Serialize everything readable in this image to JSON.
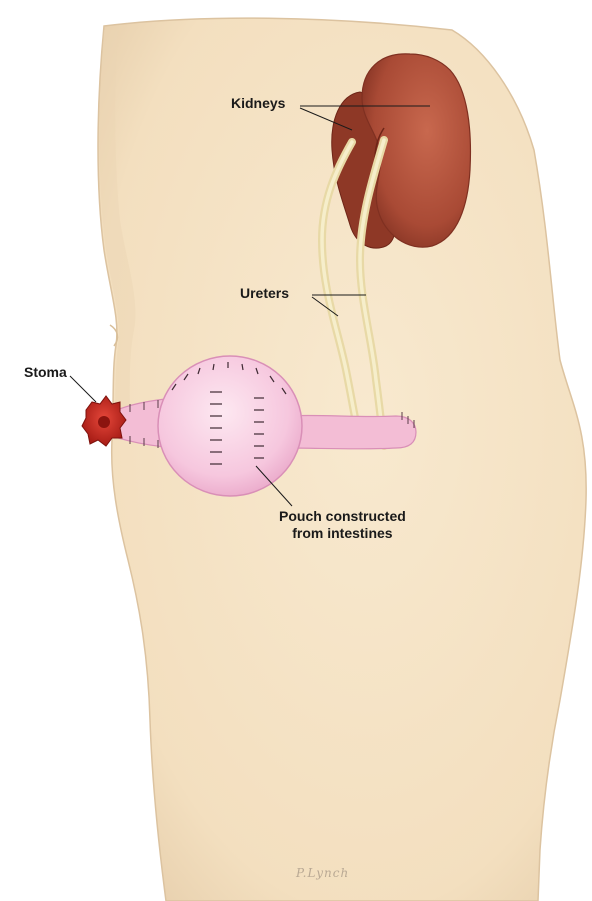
{
  "labels": {
    "kidneys": "Kidneys",
    "ureters": "Ureters",
    "stoma": "Stoma",
    "pouch_line1": "Pouch constructed",
    "pouch_line2": "from intestines"
  },
  "signature": "P.Lynch",
  "colors": {
    "skin": "#f6e4c7",
    "skin_shadow": "#e7cfac",
    "kidney": "#b0533d",
    "kidney_dark": "#7f3021",
    "ureter": "#efe3b4",
    "pouch": "#f6c7de",
    "pouch_edge": "#d98fb7",
    "stoma": "#c8231c",
    "leader_line": "#1a1a1a"
  }
}
